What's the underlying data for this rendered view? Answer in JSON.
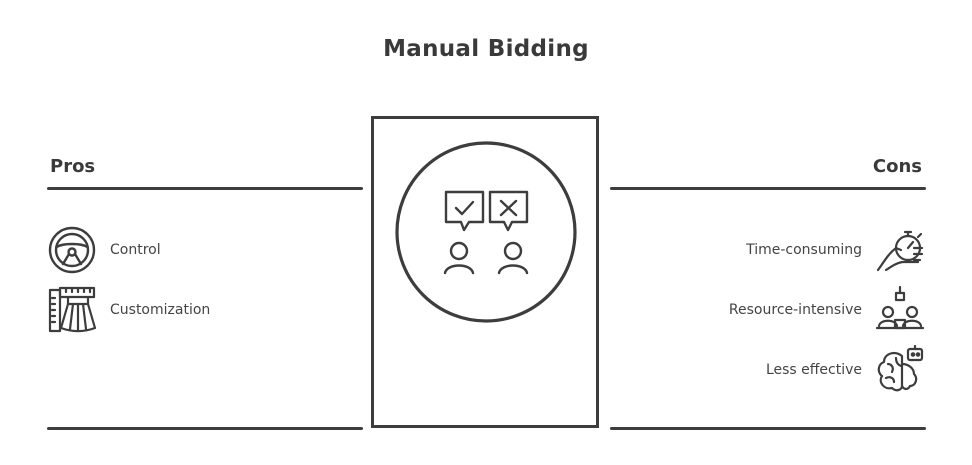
{
  "title": "Manual Bidding",
  "pros": {
    "heading": "Pros",
    "items": [
      {
        "label": "Control",
        "icon": "steering-wheel-icon"
      },
      {
        "label": "Customization",
        "icon": "tailoring-icon"
      }
    ]
  },
  "cons": {
    "heading": "Cons",
    "items": [
      {
        "label": "Time-consuming",
        "icon": "stopwatch-hand-icon"
      },
      {
        "label": "Resource-intensive",
        "icon": "people-at-desk-icon"
      },
      {
        "label": "Less effective",
        "icon": "brain-robot-icon"
      }
    ]
  },
  "center": {
    "icon": "approve-reject-people-icon"
  },
  "colors": {
    "ink": "#3d3d3d",
    "background": "#ffffff"
  }
}
